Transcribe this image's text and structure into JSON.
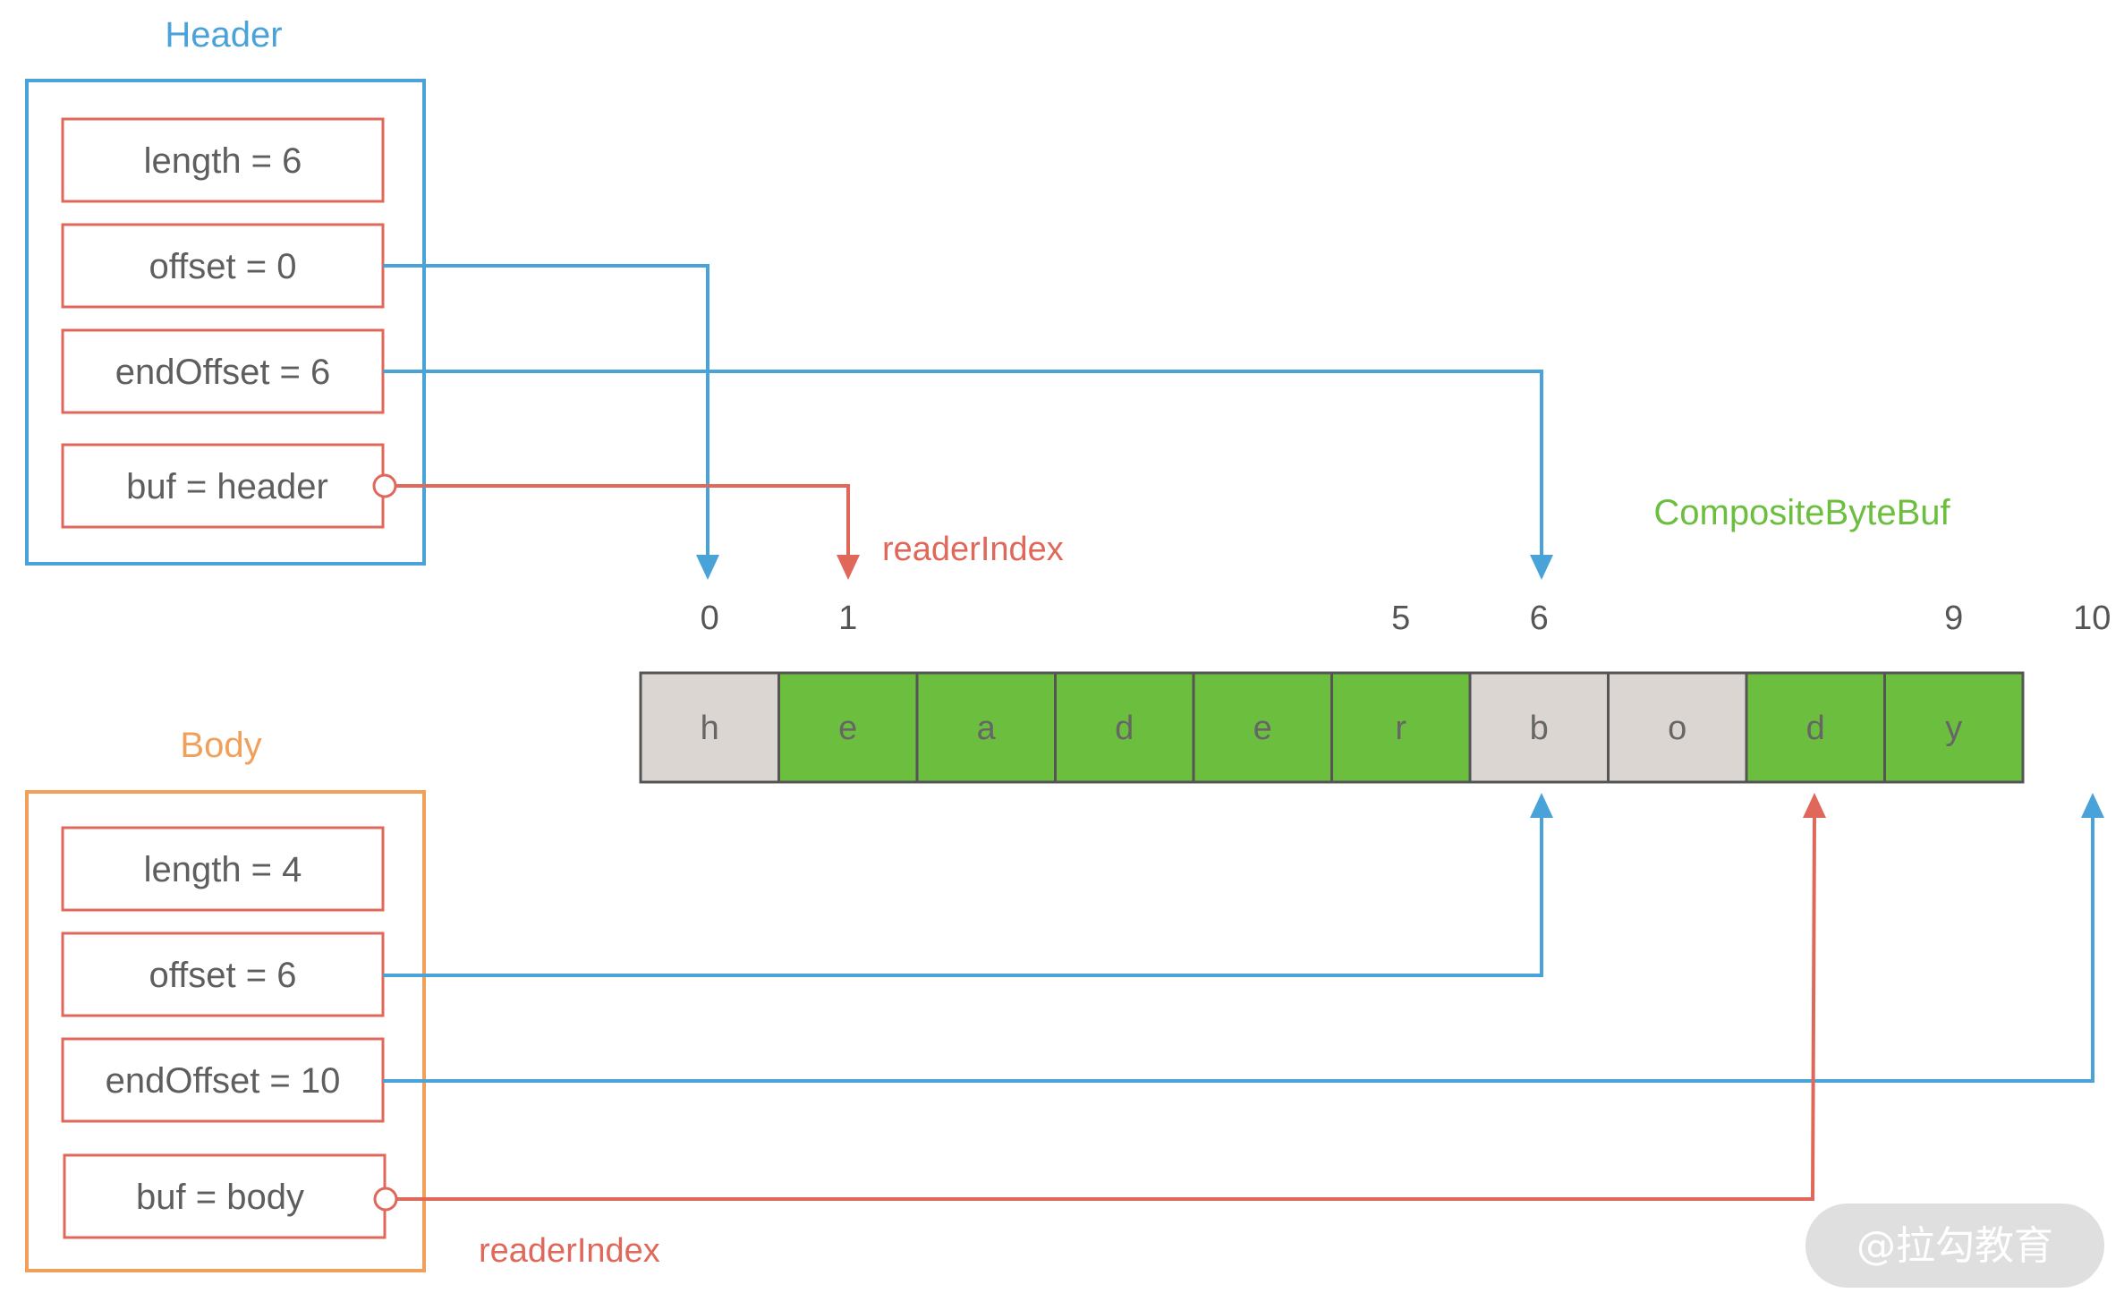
{
  "header_group": {
    "title": "Header",
    "fields": [
      "length = 6",
      "offset = 0",
      "endOffset = 6",
      "buf = header"
    ],
    "reader_index_label": "readerIndex"
  },
  "body_group": {
    "title": "Body",
    "fields": [
      "length = 4",
      "offset = 6",
      "endOffset = 10",
      "buf = body"
    ],
    "reader_index_label": "readerIndex"
  },
  "buffer": {
    "title": "CompositeByteBuf",
    "cells": [
      {
        "char": "h",
        "state": "read"
      },
      {
        "char": "e",
        "state": "readable"
      },
      {
        "char": "a",
        "state": "readable"
      },
      {
        "char": "d",
        "state": "readable"
      },
      {
        "char": "e",
        "state": "readable"
      },
      {
        "char": "r",
        "state": "readable"
      },
      {
        "char": "b",
        "state": "read"
      },
      {
        "char": "o",
        "state": "read"
      },
      {
        "char": "d",
        "state": "readable"
      },
      {
        "char": "y",
        "state": "readable"
      }
    ],
    "index_labels": [
      {
        "text": "0",
        "pos": 0
      },
      {
        "text": "1",
        "pos": 1
      },
      {
        "text": "5",
        "pos": 5
      },
      {
        "text": "6",
        "pos": 6
      },
      {
        "text": "9",
        "pos": 9
      },
      {
        "text": "10",
        "pos": 10
      }
    ]
  },
  "watermark": "@拉勾教育",
  "colors": {
    "header_border": "#4aa3d8",
    "body_border": "#f0a05a",
    "field_border": "#e0685a",
    "pointer_blue": "#4aa3d8",
    "pointer_red": "#e0685a",
    "cell_read": "#dcd6d2",
    "cell_readable": "#6cbf3e",
    "buffer_title": "#6cbf3e",
    "header_title": "#4aa3d8",
    "body_title": "#f0a05a",
    "watermark_bg": "#d9d9d9"
  }
}
